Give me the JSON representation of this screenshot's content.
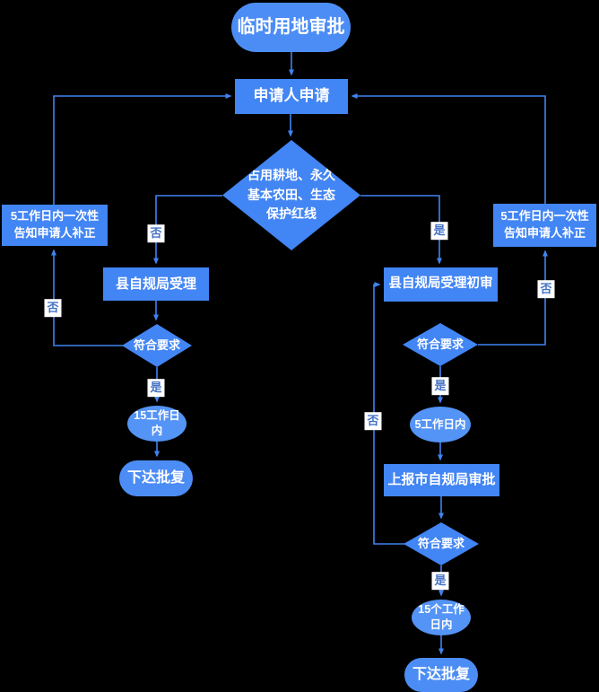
{
  "diagram": {
    "title": "临时用地审批",
    "colors": {
      "background": "#000000",
      "shape_fill": "#4285F4",
      "shape_fill_light": "#5494F6",
      "line": "#4183F0",
      "node_text": "#FFFFFF",
      "edge_label_text": "#4472C4",
      "edge_label_bg": "#FFFFFF"
    },
    "nodes": {
      "start": "临时用地审批",
      "apply": "申请人申请",
      "decision_main": "占用耕地、永久\n基本农田、生态\n保护红线",
      "notify_left": "5工作日内一次性\n告知申请人补正",
      "county_accept": "县自规局受理",
      "check_left": "符合要求",
      "days15_left": "15工作日\n内",
      "approve_left": "下达批复",
      "notify_right": "5工作日内一次性\n告知申请人补正",
      "county_initial": "县自规局受理初审",
      "check_right1": "符合要求",
      "days5_right": "5工作日内",
      "city_approve": "上报市自规局审批",
      "check_right2": "符合要求",
      "days15_right": "15个工作\n日内",
      "approve_right": "下达批复"
    },
    "edge_labels": {
      "dec_to_county_no": "否",
      "dec_to_initial_yes": "是",
      "checkL_to_notify_no": "否",
      "checkL_to_days15_yes": "是",
      "checkR1_to_notify_no": "否",
      "checkR1_to_days5_yes": "是",
      "checkR2_to_initial_no": "否",
      "checkR2_to_days15_yes": "是"
    }
  }
}
